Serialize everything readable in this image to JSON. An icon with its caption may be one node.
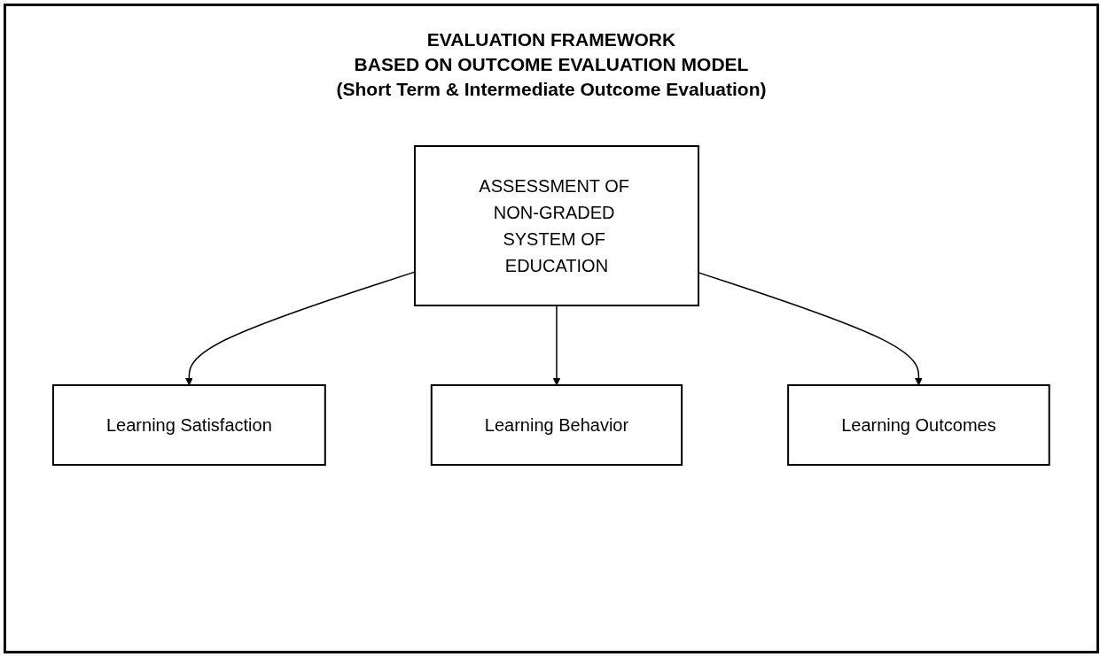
{
  "diagram": {
    "title": "EVALUATION FRAMEWORK",
    "nodes": [
      {
        "text": [
          "ASSESSMENT OF NON-GRADED SYSTEM OF EDUCATION"
        ]
      },
      {
        "text": [
          "Learning Satisfaction"
        ]
      },
      {
        "text": [
          "Learning Behavior"
        ]
      },
      {
        "text": [
          "Learning Outcomes"
        ]
      }
    ],
    "edges": [
      {
        "from": 0,
        "to": 1,
        "arrow": "to"
      },
      {
        "from": 0,
        "to": 2,
        "arrow": "to"
      },
      {
        "from": 0,
        "to": 3,
        "arrow": "to"
      }
    ],
    "labels": [
      "BASED ON OUTCOME EVALUATION MODEL",
      "(Short Term & Intermediate Outcome Evaluation)"
    ]
  }
}
